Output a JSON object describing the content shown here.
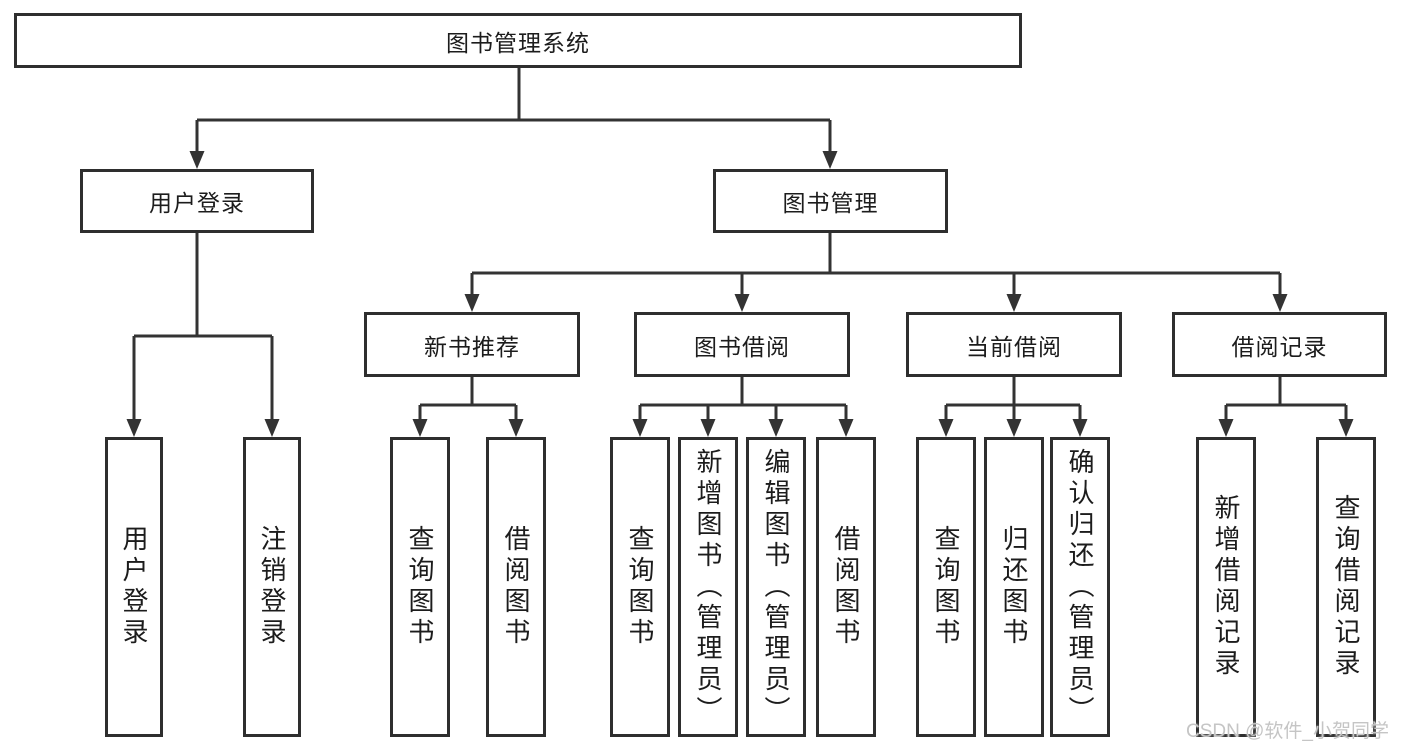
{
  "colors": {
    "line": "#333333",
    "box_border": "#2e2e2e",
    "box_fill": "#ffffff",
    "text": "#1c1c1c",
    "watermark": "#c5c5c5"
  },
  "tree": {
    "label": "图书管理系统",
    "children": [
      {
        "label": "用户登录",
        "children": [
          {
            "label": "用户登录"
          },
          {
            "label": "注销登录"
          }
        ]
      },
      {
        "label": "图书管理",
        "children": [
          {
            "label": "新书推荐",
            "children": [
              {
                "label": "查询图书"
              },
              {
                "label": "借阅图书"
              }
            ]
          },
          {
            "label": "图书借阅",
            "children": [
              {
                "label": "查询图书"
              },
              {
                "label": "新增图书（管理员）"
              },
              {
                "label": "编辑图书（管理员）"
              },
              {
                "label": "借阅图书"
              }
            ]
          },
          {
            "label": "当前借阅",
            "children": [
              {
                "label": "查询图书"
              },
              {
                "label": "归还图书"
              },
              {
                "label": "确认归还（管理员）"
              }
            ]
          },
          {
            "label": "借阅记录",
            "children": [
              {
                "label": "新增借阅记录"
              },
              {
                "label": "查询借阅记录"
              }
            ]
          }
        ]
      }
    ]
  },
  "watermark": "CSDN @软件_小贺同学"
}
